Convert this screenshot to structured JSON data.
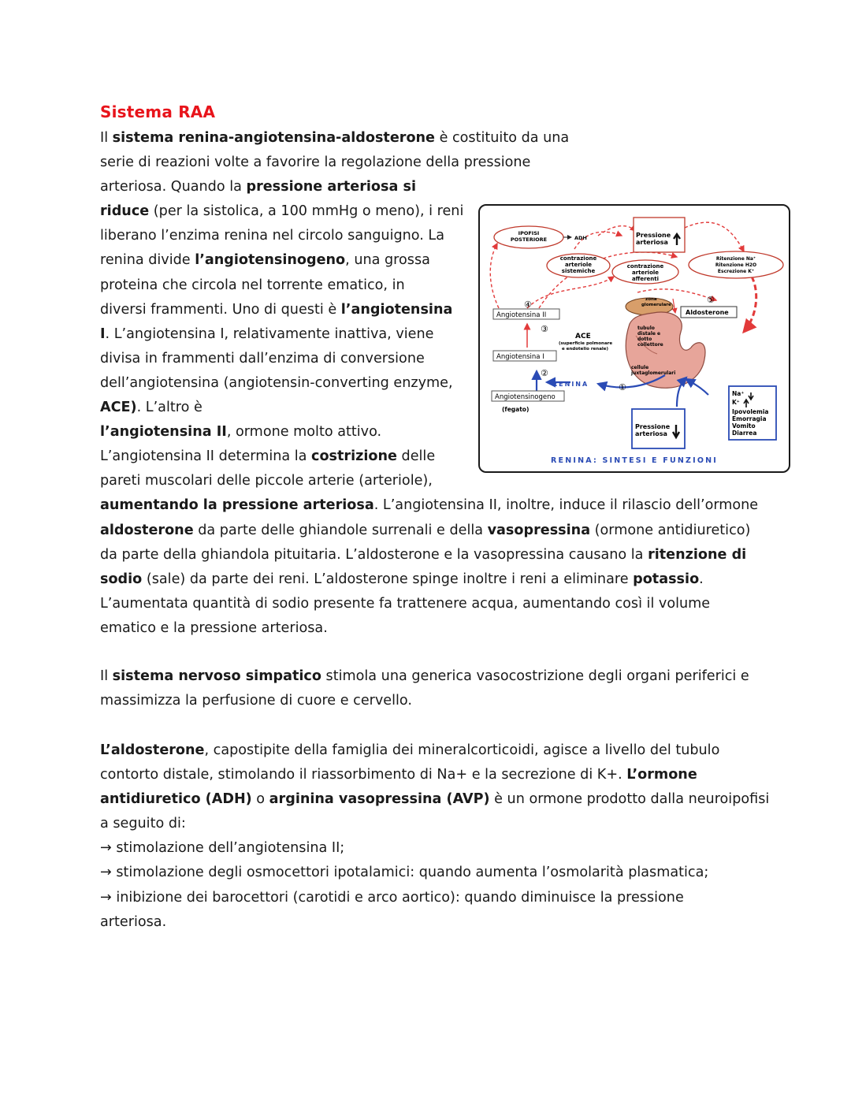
{
  "title": "Sistema RAA",
  "p1": [
    [
      "Il ",
      {
        "b": "sistema renina-angiotensina-aldosterone"
      },
      " è costituito da una"
    ],
    [
      "serie di reazioni volte a favorire la regolazione della pressione"
    ],
    [
      "arteriosa. Quando la ",
      {
        "b": "pressione arteriosa si"
      }
    ],
    [
      {
        "b": "riduce"
      },
      " (per la sistolica, a 100 mmHg o meno), i reni"
    ],
    [
      "liberano l’enzima renina nel circolo sanguigno. La"
    ],
    [
      "renina divide ",
      {
        "b": "l’angiotensinogeno"
      },
      ", una grossa"
    ],
    [
      "proteina che circola nel torrente ematico, in"
    ],
    [
      "diversi frammenti. Uno di questi è ",
      {
        "b": "l’angiotensina"
      }
    ],
    [
      {
        "b": "I"
      },
      ". L’angiotensina I, relativamente inattiva, viene"
    ],
    [
      "divisa in frammenti dall’enzima di conversione"
    ],
    [
      "dell’angiotensina (angiotensin-converting enzyme,"
    ],
    [
      {
        "b": "ACE)"
      },
      ". L’altro è"
    ],
    [
      {
        "b": "l’angiotensina II"
      },
      ", ormone molto attivo."
    ],
    [
      "L’angiotensina II determina la ",
      {
        "b": "costrizione"
      },
      " delle"
    ],
    [
      "pareti muscolari delle piccole arterie (arteriole),"
    ],
    [
      {
        "b": "aumentando la pressione arteriosa"
      },
      ". L’angiotensina II, inoltre, induce il rilascio dell’ormone"
    ],
    [
      {
        "b": "aldosterone"
      },
      " da parte delle ghiandole surrenali e della ",
      {
        "b": "vasopressina"
      },
      " (ormone antidiuretico)"
    ],
    [
      "da parte della ghiandola pituitaria. L’aldosterone e la vasopressina causano la ",
      {
        "b": "ritenzione di"
      }
    ],
    [
      {
        "b": "sodio"
      },
      " (sale) da parte dei reni. L’aldosterone spinge inoltre i reni a eliminare ",
      {
        "b": "potassio"
      },
      "."
    ],
    [
      "L’aumentata quantità di sodio presente fa trattenere acqua, aumentando così il volume"
    ],
    [
      "ematico e la pressione arteriosa."
    ]
  ],
  "p2": [
    [
      "Il ",
      {
        "b": "sistema nervoso simpatico"
      },
      " stimola una generica vasocostrizione degli organi periferici e"
    ],
    [
      "massimizza la perfusione di cuore e cervello."
    ]
  ],
  "p3": [
    [
      {
        "b": "L’aldosterone"
      },
      ", capostipite della famiglia dei mineralcorticoidi, agisce a livello del tubulo"
    ],
    [
      "contorto distale, stimolando il riassorbimento di Na+ e la secrezione di K+. ",
      {
        "b": "L’ormone"
      }
    ],
    [
      {
        "b": "antidiuretico (ADH)"
      },
      " o ",
      {
        "b": "arginina vasopressina (AVP)"
      },
      " è un ormone prodotto dalla neuroipofisi"
    ],
    [
      "a seguito di:"
    ],
    [
      "→ stimolazione dell’angiotensina II;"
    ],
    [
      "→ stimolazione degli osmocettori ipotalamici: quando aumenta l’osmolarità plasmatica;"
    ],
    [
      "→ inibizione dei barocettori (carotidi e arco aortico): quando diminuisce la pressione"
    ],
    [
      "arteriosa."
    ]
  ],
  "figure": {
    "caption": "RENINA: SINTESI E FUNZIONI",
    "ipofisi": [
      "IPOFISI",
      "POSTERIORE"
    ],
    "adh": "ADH",
    "pressione_up": [
      "Pressione",
      "arteriosa"
    ],
    "ritenzione": [
      "Ritenzione Na⁺",
      "Ritenzione H2O",
      "Escrezione K⁺"
    ],
    "contr_sist": [
      "contrazione",
      "arteriole",
      "sistemiche"
    ],
    "contr_aff": [
      "contrazione",
      "arteriole",
      "afferenti"
    ],
    "angio2": "Angiotensina II",
    "angio1": "Angiotensina I",
    "angiogeno": "Angiotensinogeno",
    "fegato": "(fegato)",
    "aldosterone": "Aldosterone",
    "ace": "ACE",
    "ace_sub": [
      "(superficie polmonare",
      "e endotelio renale)"
    ],
    "zona": [
      "zona",
      "glomerulare"
    ],
    "tubulo": [
      "tubulo",
      "distale e",
      "dotto",
      "collettore"
    ],
    "cellule": [
      "cellule",
      "juxtaglomerulari"
    ],
    "renina": "RENINA",
    "pressione_down": [
      "Pressione",
      "arteriosa"
    ],
    "cause": [
      "Na⁺",
      "K⁺",
      "Ipovolemia",
      "Emorragia",
      "Vomito",
      "Diarrea"
    ],
    "nums": [
      "①",
      "②",
      "③",
      "④",
      "⑤"
    ]
  }
}
